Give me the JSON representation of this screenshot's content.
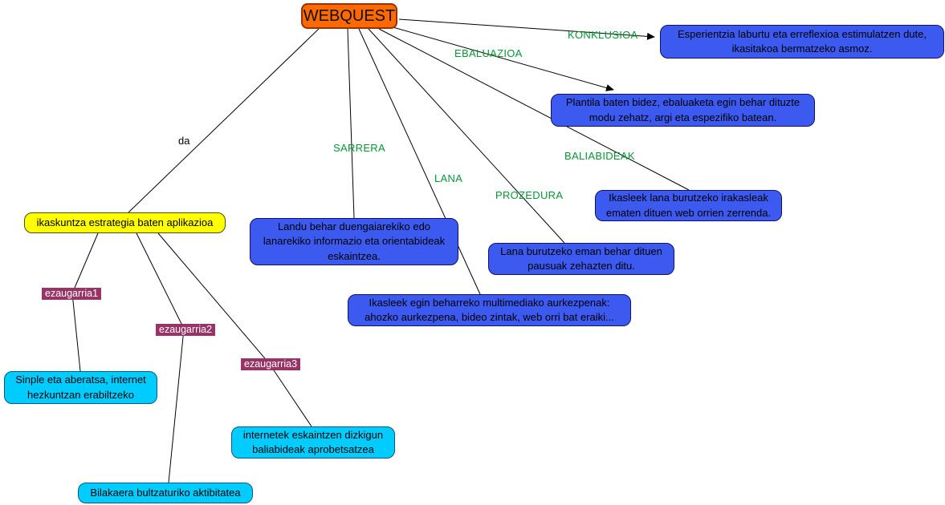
{
  "title": "WEBQUEST concept map",
  "root_label": "WEBQUEST",
  "edge_labels": {
    "da": "da",
    "sarrera": "SARRERA",
    "lana": "LANA",
    "prozedura": "PROZEDURA",
    "baliabideak": "BALIABIDEAK",
    "ebaluazioa": "EBALUAZIOA",
    "konklusioa": "KONKLUSIOA",
    "ezaugarria1": "ezaugarria1",
    "ezaugarria2": "ezaugarria2",
    "ezaugarria3": "ezaugarria3"
  },
  "concept_nodes": {
    "aplikazioa": "ikaskuntza estrategia baten aplikazioa",
    "sarrera": "Landu behar duengaiarekiko edo lanarekiko informazio eta orientabideak eskaintzea.",
    "lana": "Ikasleek egin beharreko multimediako aurkezpenak: ahozko aurkezpena, bideo zintak, web orri bat eraiki...",
    "prozedura": "Lana burutzeko eman behar dituen pausuak zehazten ditu.",
    "baliabideak": "Ikasleek lana burutzeko irakasleak ematen dituen web orrien zerrenda.",
    "ebaluazioa": "Plantila baten bidez, ebaluaketa egin behar dituzte modu zehatz, argi eta espezifiko batean.",
    "konklusioa": "Esperientzia laburtu eta erreflexioa estimulatzen dute, ikasitakoa bermatzeko asmoz.",
    "ezaugarria1_target": "Sinple eta aberatsa, internet hezkuntzan erabiltzeko",
    "ezaugarria2_target": "Bilakaera bultzaturiko aktibitatea",
    "ezaugarria3_target": "internetek eskaintzen dizkigun baliabideak aprobetsatzea"
  },
  "colors": {
    "root_bg": "#ff6a00",
    "detail_bg": "#3d5af0",
    "concept_bg": "#ffff00",
    "feature_bg": "#00ccff",
    "feature_label_bg": "#993366",
    "edge_label": "#009933",
    "line": "#000000"
  }
}
